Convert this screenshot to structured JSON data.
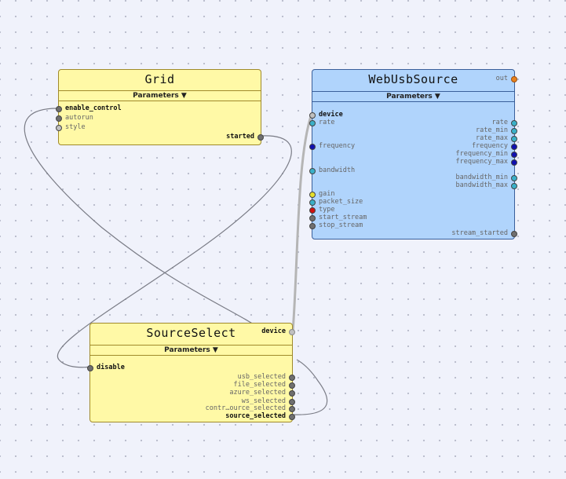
{
  "colors": {
    "background": "#f0f2fb",
    "grid_dot": "#b9bccb",
    "yellow_node": "#fff9a6",
    "blue_node": "#b0d4fc",
    "wire": "#7a7c86",
    "active_wire": "#b5b5b5",
    "port_gray": "#6f6f6f",
    "port_light": "#c0c0c0",
    "port_cyan": "#3ab0c8",
    "port_navy": "#1010b0",
    "port_yellow": "#e6df2a",
    "port_red": "#d01010",
    "port_orange": "#e8821e"
  },
  "nodes": {
    "grid": {
      "title": "Grid",
      "params_label": "Parameters ▼",
      "inputs": [
        {
          "label": "enable_control",
          "color": "#6f6f6f",
          "bold": true
        },
        {
          "label": "autorun",
          "color": "#6f6f6f",
          "bold": false
        },
        {
          "label": "style",
          "color": "#c0c0c0",
          "bold": false
        }
      ],
      "outputs": [
        {
          "label": "started",
          "color": "#6f6f6f",
          "bold": true
        }
      ]
    },
    "webusb": {
      "title": "WebUsbSource",
      "params_label": "Parameters ▼",
      "title_output": {
        "label": "out",
        "color": "#e8821e"
      },
      "inputs": [
        {
          "label": "device",
          "color": "#c0c0c0",
          "bold": true
        },
        {
          "label": "rate",
          "color": "#3ab0c8",
          "bold": false
        },
        {
          "label": "frequency",
          "color": "#1010b0",
          "bold": false
        },
        {
          "label": "bandwidth",
          "color": "#3ab0c8",
          "bold": false
        },
        {
          "label": "gain",
          "color": "#e6df2a",
          "bold": false
        },
        {
          "label": "packet_size",
          "color": "#3ab0c8",
          "bold": false
        },
        {
          "label": "type",
          "color": "#d01010",
          "bold": false
        },
        {
          "label": "start_stream",
          "color": "#6f6f6f",
          "bold": false
        },
        {
          "label": "stop_stream",
          "color": "#6f6f6f",
          "bold": false
        }
      ],
      "outputs": [
        {
          "label": "rate",
          "color": "#3ab0c8",
          "bold": false
        },
        {
          "label": "rate_min",
          "color": "#3ab0c8",
          "bold": false
        },
        {
          "label": "rate_max",
          "color": "#3ab0c8",
          "bold": false
        },
        {
          "label": "frequency",
          "color": "#1010b0",
          "bold": false
        },
        {
          "label": "frequency_min",
          "color": "#1010b0",
          "bold": false
        },
        {
          "label": "frequency_max",
          "color": "#1010b0",
          "bold": false
        },
        {
          "label": "bandwidth_min",
          "color": "#3ab0c8",
          "bold": false
        },
        {
          "label": "bandwidth_max",
          "color": "#3ab0c8",
          "bold": false
        },
        {
          "label": "stream_started",
          "color": "#6f6f6f",
          "bold": false
        }
      ]
    },
    "sourceselect": {
      "title": "SourceSelect",
      "params_label": "Parameters ▼",
      "title_output": {
        "label": "device",
        "color": "#c0c0c0"
      },
      "inputs": [
        {
          "label": "disable",
          "color": "#6f6f6f",
          "bold": true
        }
      ],
      "outputs": [
        {
          "label": "usb_selected",
          "color": "#6f6f6f",
          "bold": false
        },
        {
          "label": "file_selected",
          "color": "#6f6f6f",
          "bold": false
        },
        {
          "label": "azure_selected",
          "color": "#6f6f6f",
          "bold": false
        },
        {
          "label": "ws_selected",
          "color": "#6f6f6f",
          "bold": false
        },
        {
          "label": "contr…ource_selected",
          "color": "#6f6f6f",
          "bold": false
        },
        {
          "label": "source_selected",
          "color": "#6f6f6f",
          "bold": true
        }
      ]
    }
  }
}
